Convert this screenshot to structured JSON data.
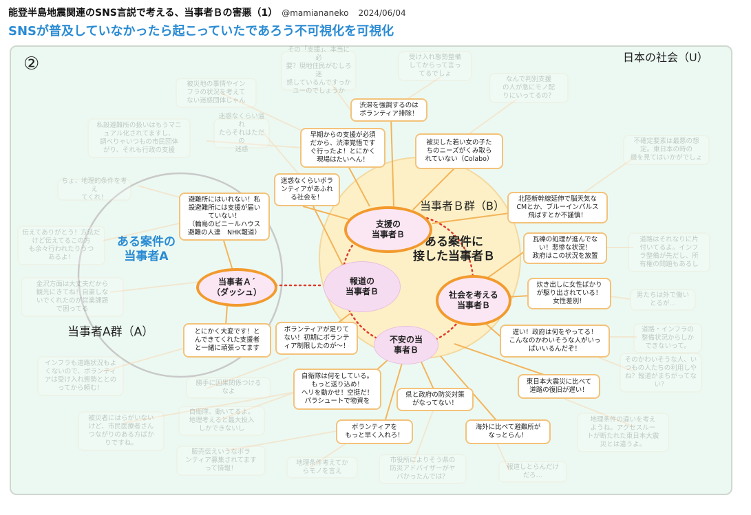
{
  "header": {
    "title": "能登半島地震関連のSNS言説で考える、当事者Ｂの害悪（1）",
    "author": "@mamiananeko",
    "date": "2024/06/04",
    "subtitle": "SNSが普及していなかったら起こっていたであろう不可視化を可視化"
  },
  "panel": {
    "number": "②",
    "society_label": "日本の社会（U）"
  },
  "groups": {
    "a_group_label": "当事者A群（A）",
    "a_case_label": "ある案件の\n当事者A",
    "b_group_label": "当事者Ｂ群（B）",
    "b_case_label": "ある案件に\n接した当事者Ｂ"
  },
  "bubbles": {
    "dash": "当事者Ａ´\n（ダッシュ）",
    "support": "支援の\n当事者Ｂ",
    "report": "報道の\n当事者Ｂ",
    "society": "社会を考える\n当事者Ｂ",
    "anxiety": "不安の当\n事者Ｂ"
  },
  "boxes": {
    "traffic": "渋滞を強調するのは\nボランティア排除！",
    "early": "早期からの支援が必須\nだから、渋滞覚悟です\nぐ行ったよ！とにかく\n現場はたいへん！",
    "young_women": "被災した若い女の子た\nちのニーズがくみ取ら\nれていない（Colabo）",
    "volunteer_flood": "迷惑なくらいボラ\nンティアがあふれ\nる社会を！",
    "no_shelter": "避難所にはいれない！私\n設避難所には支援が届い\nていない！\n（輪島のビニールハウス\n避難の人達　NHK報道）",
    "hokuriku": "北陸新幹線延伸で脳天気な\nCMとか、ブルーインパルス\n飛ばすとか不謹慎！",
    "rubble": "瓦礫の処理が進んでな\nい！悲惨な状況！\n政府はこの状況を放置",
    "cooking": "炊き出しに女性ばかり\nが駆り出されている！\n女性差別！",
    "tough": "とにかく大変です！と\nんできてくれた支援者\nと一緒に頑張ってます",
    "shortage": "ボランティアが足りて\nない！初期にボランテ\nィア制限したのが～！",
    "slow": "遅い！政府は何をやってる！\nこんなのかわいそうな人がいっ\nぱいいるんだぞ！",
    "sdf": "自衛隊は何をしている。\nもっと送り込め！\nヘリを動かせ！空挺だ！\nパラシュートで物資を",
    "prefecture": "県と政府の防災対策\nがなってない！",
    "east_japan": "東日本大震災に比べて\n道路の復旧が遅い！",
    "sooner": "ボランティアを\nもっと早く入れろ！",
    "overseas": "海外に比べて避難所が\nなっとらん！"
  },
  "faded_boxes": {
    "f1": "その「支援」、本当に必\n要？現地住民がむしろ迷\n惑しているんですっか\nユーのでしょうか",
    "f2": "受け入れ態勢整備\nしてからって言っ\nてるでしょ",
    "f3": "被災地の事情やイン\nフラの状況を考えて\nない迷惑団体じゃん",
    "f4": "なんで判別支援\nの人が急にモノ配\nりにいってるの？",
    "f5": "私設避難所の扱いはもうマニ\nュアル化されてますし、\n調べりゃいつもの市民団体\nがり、それも行政の支援",
    "f6": "迷惑なくらい溢れ\nたらそれはただの\n迷惑",
    "f7": "不確定要素は最悪の想\n定。東日本の時の\n様を見てはいかがでしょ",
    "f8": "ちょ、地理的条件を考え\nてくれ！",
    "f9": "伝えてありがとう！方法だ\nけど伝えてるこの方\nも余々行われたりうつ\nあるよ！",
    "f10": "道路はそれなりに片\n付いてるよ。インフ\nラ整備が先だし、所\n有権の問題もあるし",
    "f11": "金沢方面は大丈夫だから\n観光にきてね！自粛しな\nいでくれたのが営業課題\nで困ってる",
    "f12": "男たちは外で働い\nとるが…",
    "f13": "道路・インフラの\n整備状況からしか\nできないって。",
    "f14": "インフラも道路状況もよ\nくないので、ボランティ\nアは受け入れ態勢ととの\nってから頼む！",
    "f15": "勝手に因果関係つける\nなよ",
    "f16": "そのかわいそうな人、い\nつもの人たちの利用しや\nね？報道がまちがってな\nい？",
    "f17": "被災者にはらがいない\nけど、市民医療者さん\nつながりのある方ばか\nりですね。",
    "f18": "自衛隊、動いてるよ。\n地理考えると最大投入\nしかできないし",
    "f19": "地理条件の違いを考え\nようね。アクセスルー\nトが断たれた東日本大震\n災とは違うよ。",
    "f20": "販売伝えいうなボラ\nンティア募集されてます\nって情報！",
    "f21": "地理条件考えてか\nらモノを言え",
    "f22": "市役所によりそう県の\n防災アドバイザーがヤ\nバかったんでは？",
    "f23": "報道しとらんだけ\nだろ…"
  }
}
